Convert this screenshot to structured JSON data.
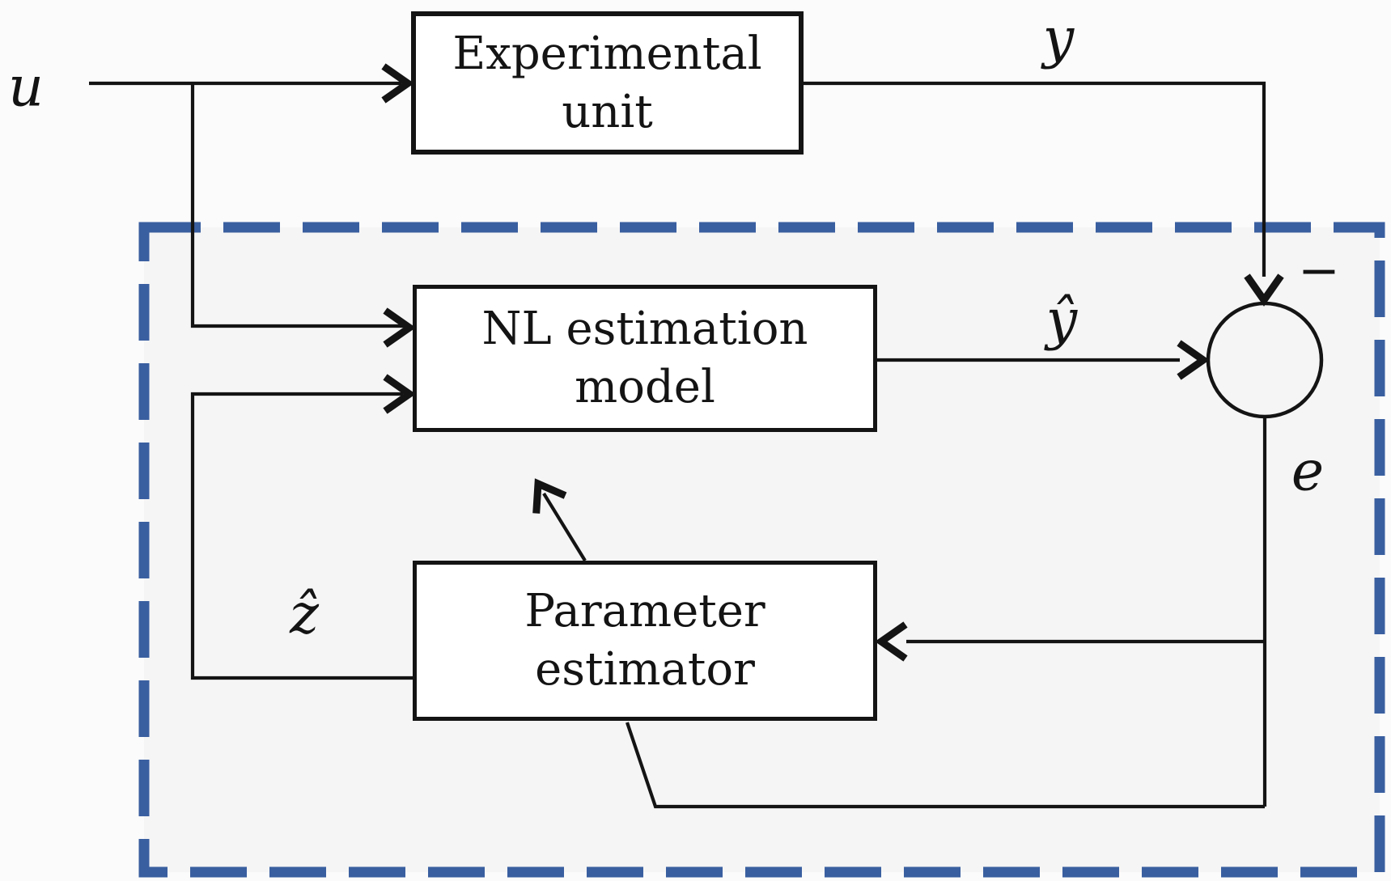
{
  "diagram": {
    "boxes": {
      "experimental_unit": {
        "lines": [
          "Experimental",
          "unit"
        ]
      },
      "nl_estimation_model": {
        "lines": [
          "NL estimation",
          "model"
        ]
      },
      "parameter_estimator": {
        "lines": [
          "Parameter",
          "estimator"
        ]
      }
    },
    "signals": {
      "input": "u",
      "measured_output": "y",
      "predicted_output": "ŷ",
      "error": "e",
      "parameter_estimate": "ẑ",
      "minus_sign": "−"
    },
    "colors": {
      "boundary_dash": "#3a5fa0",
      "line": "#141414",
      "panel_fill": "#f5f5f5",
      "box_fill": "#ffffff",
      "page_bg": "#fbfbfb"
    },
    "edges": [
      {
        "from": "u",
        "to": "experimental_unit"
      },
      {
        "from": "u",
        "to": "nl_estimation_model"
      },
      {
        "from": "experimental_unit",
        "to": "summing_junction",
        "label": "y",
        "sign": "−"
      },
      {
        "from": "nl_estimation_model",
        "to": "summing_junction",
        "label": "ŷ"
      },
      {
        "from": "summing_junction",
        "to": "parameter_estimator",
        "label": "e"
      },
      {
        "from": "parameter_estimator",
        "to": "nl_estimation_model",
        "label": "ẑ"
      },
      {
        "from": "parameter_estimator",
        "to": "nl_estimation_model"
      }
    ]
  }
}
